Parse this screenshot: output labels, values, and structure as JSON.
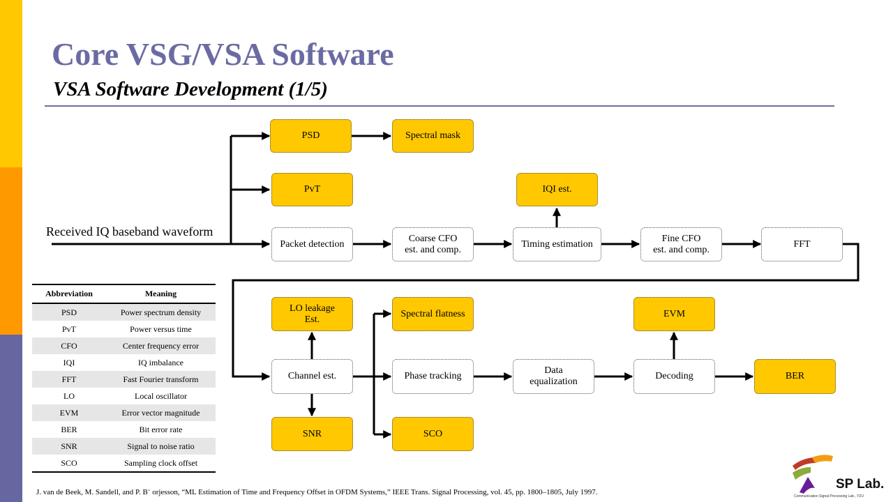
{
  "slide": {
    "title": "Core VSG/VSA Software",
    "subtitle": "VSA Software Development (1/5)"
  },
  "diagram": {
    "input_label": "Received IQ baseband waveform",
    "colors": {
      "highlight": "#FFC800",
      "plain": "#FFFFFF",
      "accent": "#6B6BA3"
    },
    "boxes": {
      "psd": "PSD",
      "spectral_mask": "Spectral mask",
      "pvt": "PvT",
      "iqi_est": "IQI est.",
      "packet_detection": "Packet detection",
      "coarse_cfo": "Coarse CFO\nest. and comp.",
      "timing_estimation": "Timing estimation",
      "fine_cfo": "Fine CFO\nest. and comp.",
      "fft": "FFT",
      "lo_leakage": "LO leakage\nEst.",
      "spectral_flatness": "Spectral flatness",
      "evm": "EVM",
      "channel_est": "Channel est.",
      "phase_tracking": "Phase tracking",
      "data_equalization": "Data\nequalization",
      "decoding": "Decoding",
      "ber": "BER",
      "snr": "SNR",
      "sco": "SCO"
    }
  },
  "abbreviations": {
    "header": {
      "abbr": "Abbreviation",
      "meaning": "Meaning"
    },
    "rows": [
      {
        "abbr": "PSD",
        "meaning": "Power spectrum density"
      },
      {
        "abbr": "PvT",
        "meaning": "Power versus time"
      },
      {
        "abbr": "CFO",
        "meaning": "Center frequency error"
      },
      {
        "abbr": "IQI",
        "meaning": "IQ imbalance"
      },
      {
        "abbr": "FFT",
        "meaning": "Fast Fourier transform"
      },
      {
        "abbr": "LO",
        "meaning": "Local oscillator"
      },
      {
        "abbr": "EVM",
        "meaning": "Error vector magnitude"
      },
      {
        "abbr": "BER",
        "meaning": "Bit error rate"
      },
      {
        "abbr": "SNR",
        "meaning": "Signal  to noise ratio"
      },
      {
        "abbr": "SCO",
        "meaning": "Sampling clock offset"
      }
    ]
  },
  "footnote": "J. van de Beek,  M. Sandell,  and P. B¨ orjesson, “ML Estimation of Time and Frequency Offset in OFDM Systems,” IEEE Trans. Signal  Processing,  vol. 45, pp. 1800–1805, July 1997.",
  "logo": {
    "name": "SP Lab.",
    "tagline": "Communication Signal Processing Lab., YZU"
  }
}
